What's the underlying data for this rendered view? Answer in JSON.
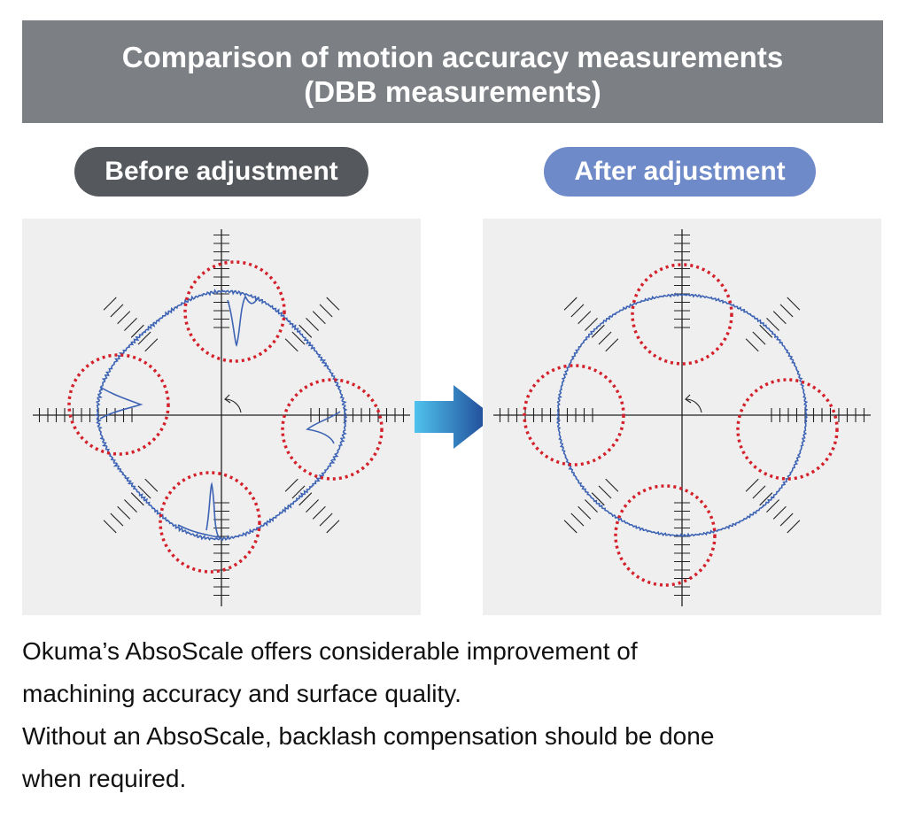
{
  "header": {
    "title_line1": "Comparison of motion accuracy measurements",
    "title_line2": "(DBB measurements)"
  },
  "panels": {
    "before": {
      "label": "Before adjustment"
    },
    "after": {
      "label": "After adjustment"
    }
  },
  "caption": {
    "line1": "Okuma’s AbsoScale offers considerable improvement of",
    "line2": "machining accuracy and surface quality.",
    "line3": "Without an AbsoScale, backlash compensation should be done",
    "line4": "when required."
  },
  "colors": {
    "banner_bg": "#7c8085",
    "before_pill": "#55585c",
    "after_pill": "#6f8ac9",
    "trace": "#3d63b4",
    "highlight_circle": "#d3202a",
    "arrow_gradient": [
      "#4fc3ee",
      "#1c3f8f"
    ]
  },
  "icons": {
    "arrow": "right-arrow-icon",
    "direction": "counterclockwise-arc-icon"
  }
}
